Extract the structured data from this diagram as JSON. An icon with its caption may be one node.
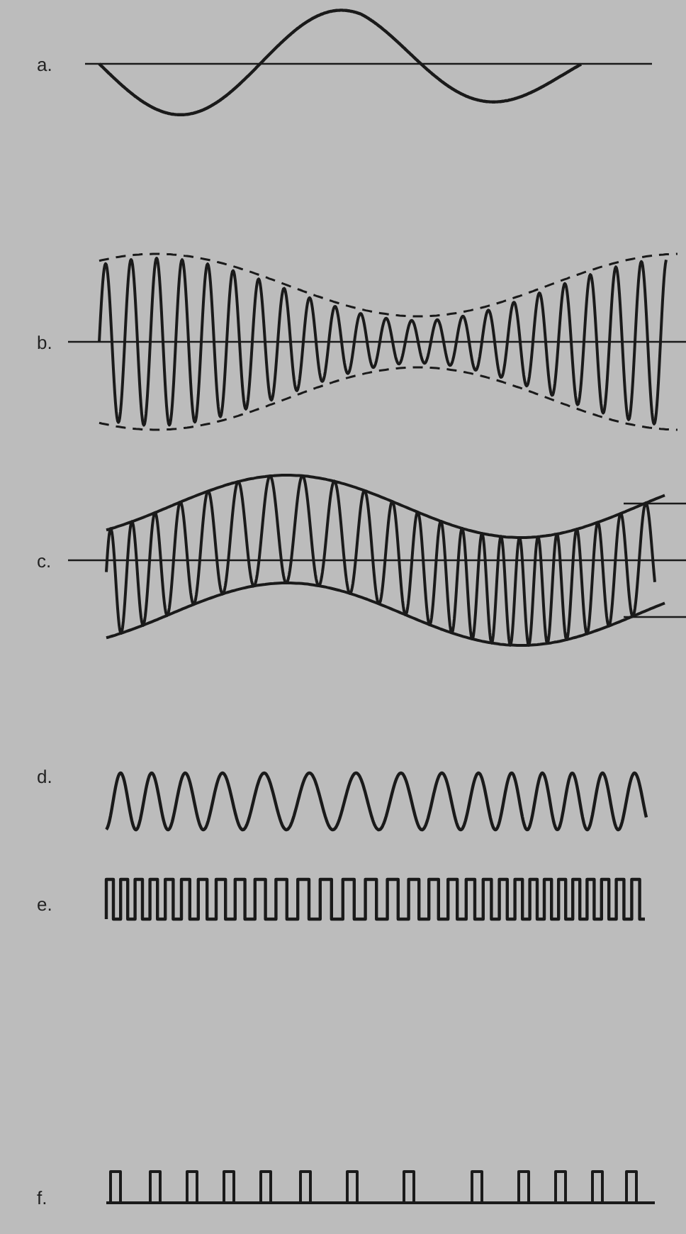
{
  "diagram": {
    "labels": [
      "a.",
      "b.",
      "c.",
      "d.",
      "e.",
      "f."
    ]
  }
}
